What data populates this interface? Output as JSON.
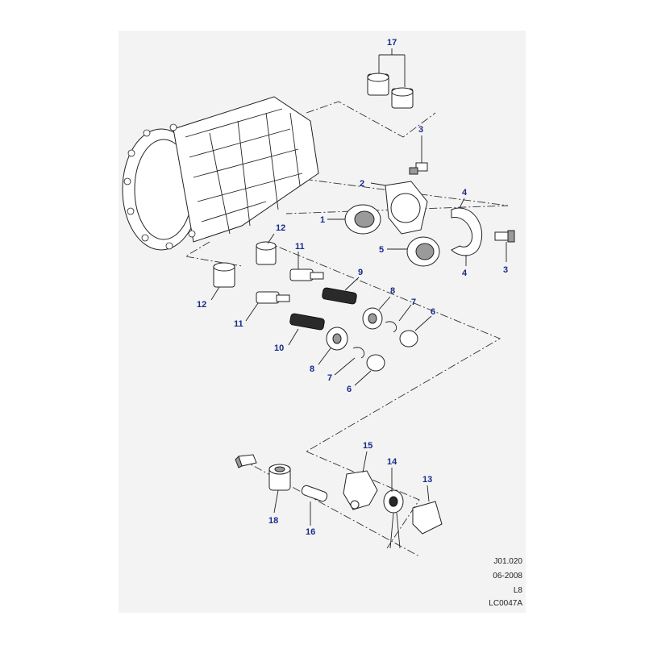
{
  "callouts": {
    "c17": "17",
    "c3a": "3",
    "c2": "2",
    "c4a": "4",
    "c1": "1",
    "c5": "5",
    "c4b": "4",
    "c3b": "3",
    "c12a": "12",
    "c11a": "11",
    "c9": "9",
    "c12b": "12",
    "c11b": "11",
    "c8a": "8",
    "c7a": "7",
    "c6a": "6",
    "c10": "10",
    "c8b": "8",
    "c7b": "7",
    "c6b": "6",
    "c15": "15",
    "c14": "14",
    "c13": "13",
    "c18": "18",
    "c16": "16"
  },
  "reference_block": {
    "figure": "J01.020",
    "date": "06-2008",
    "code": "L8",
    "ref": "LC0047A"
  },
  "colors": {
    "callout": "#1a2a8a",
    "background": "#f3f3f3",
    "line": "#222222"
  }
}
